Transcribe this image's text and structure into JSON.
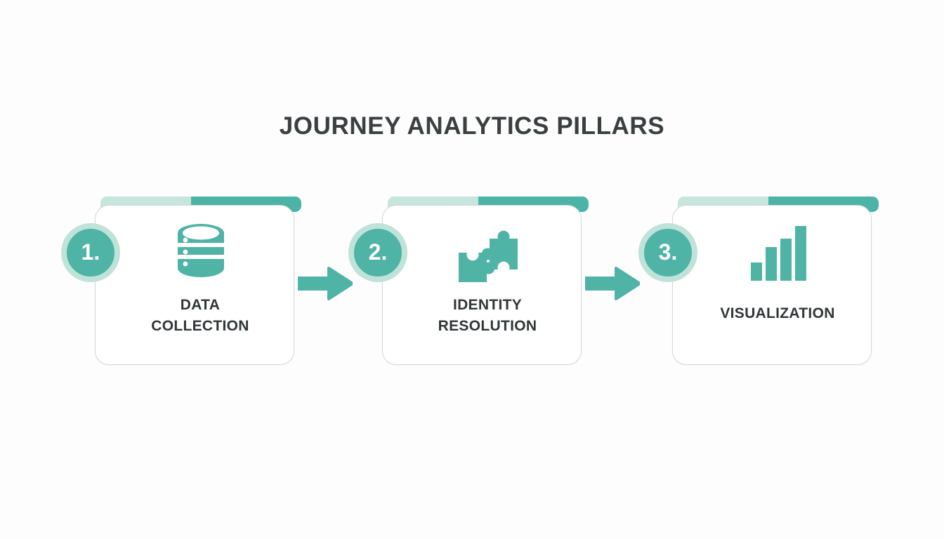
{
  "page": {
    "background_color": "#fdfdfd",
    "accent_color": "#4fb3a6",
    "accent_light_color": "#c6e5dd",
    "text_color": "#313638"
  },
  "header": {
    "title": "JOURNEY ANALYTICS PILLARS"
  },
  "steps": [
    {
      "number": "1.",
      "label": "DATA\nCOLLECTION",
      "icon": "database-icon",
      "progress_light_percent": 45
    },
    {
      "number": "2.",
      "label": "IDENTITY\nRESOLUTION",
      "icon": "puzzle-pieces-icon",
      "progress_light_percent": 45
    },
    {
      "number": "3.",
      "label": "VISUALIZATION",
      "icon": "bar-chart-icon",
      "progress_light_percent": 45
    }
  ],
  "connectors": [
    {
      "icon": "arrow-right-icon"
    },
    {
      "icon": "arrow-right-icon"
    }
  ]
}
